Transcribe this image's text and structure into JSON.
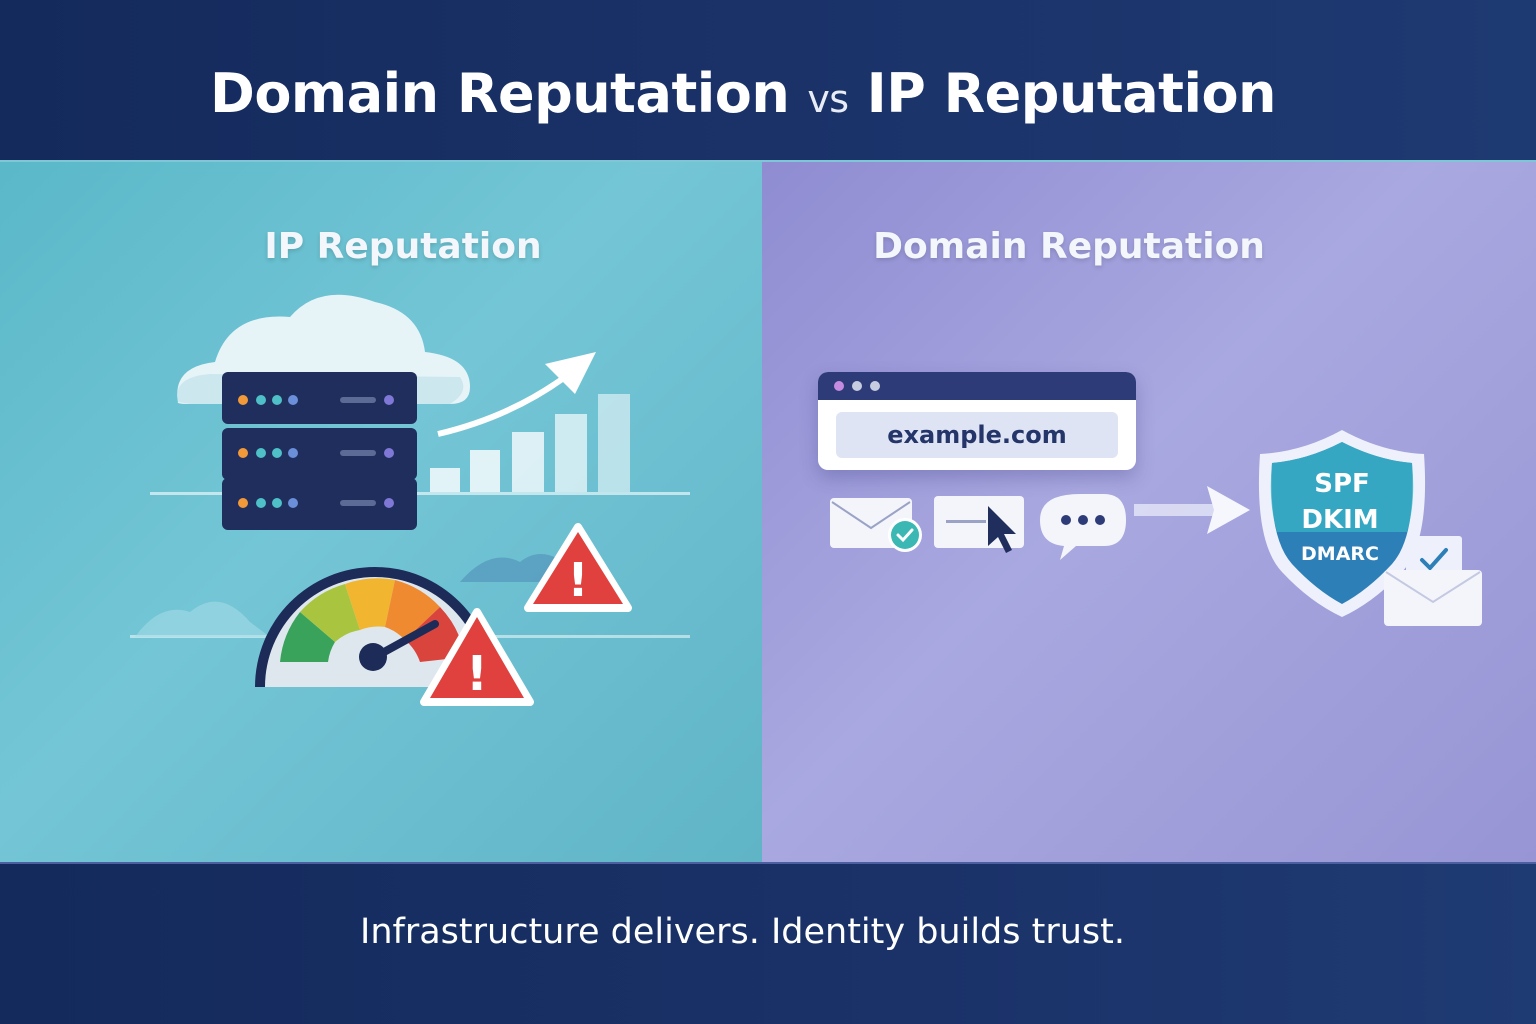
{
  "header": {
    "title_left": "Domain Reputation",
    "title_vs": "vs",
    "title_right": "IP Reputation"
  },
  "left_panel": {
    "title": "IP Reputation",
    "icons": [
      "cloud-icon",
      "server-rack-icon",
      "growth-chart-icon",
      "gauge-icon",
      "warning-icon"
    ],
    "warning_glyph": "!"
  },
  "right_panel": {
    "title": "Domain Reputation",
    "browser_url": "example.com",
    "shield_lines": [
      "SPF",
      "DKIM",
      "DMARC"
    ],
    "icons": [
      "browser-icon",
      "envelope-check-icon",
      "cursor-icon",
      "chat-bubble-icon",
      "arrow-right-icon",
      "shield-icon",
      "envelope-icon"
    ]
  },
  "footer": {
    "tagline": "Infrastructure delivers. Identity builds trust."
  },
  "colors": {
    "navy": "#13285a",
    "teal_panel": "#6cc2d2",
    "purple_panel": "#9d9bdb",
    "warning_red": "#e0413f"
  }
}
